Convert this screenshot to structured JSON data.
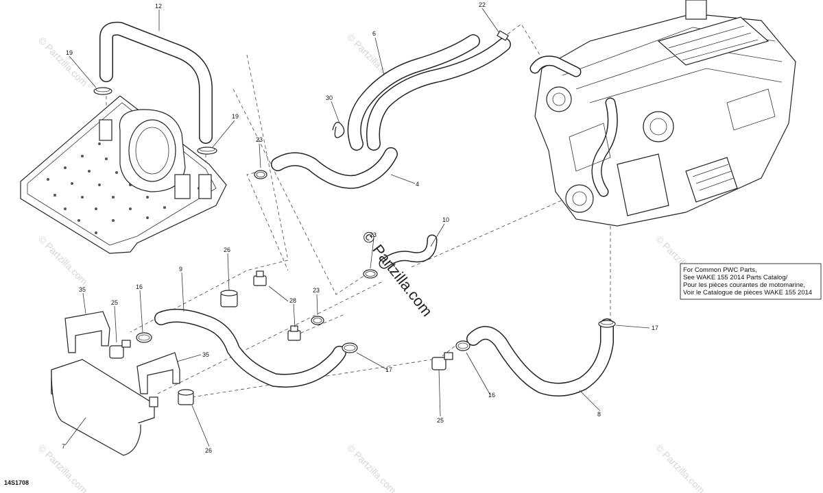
{
  "figure_id": "14S1708",
  "watermark": {
    "copyright": "©",
    "site": "Partzilla.com",
    "small_text": "© Partzilla.com"
  },
  "note_lines": [
    "For Common PWC Parts,",
    "See WAKE 155 2014 Parts Catalog/",
    "Pour les pièces courantes de motomarine,",
    "Voir le Catalogue de pièces WAKE 155 2014"
  ],
  "callouts": {
    "c4": "4",
    "c6": "6",
    "c7": "7",
    "c8": "8",
    "c9": "9",
    "c10": "10",
    "c12": "12",
    "c16a": "16",
    "c16b": "16",
    "c17a": "17",
    "c17b": "17",
    "c19a": "19",
    "c19b": "19",
    "c22": "22",
    "c23a": "23",
    "c23b": "23",
    "c23c": "23",
    "c25a": "25",
    "c25b": "25",
    "c26a": "26",
    "c26b": "26",
    "c28": "28",
    "c30": "30",
    "c35a": "35",
    "c35b": "35"
  }
}
